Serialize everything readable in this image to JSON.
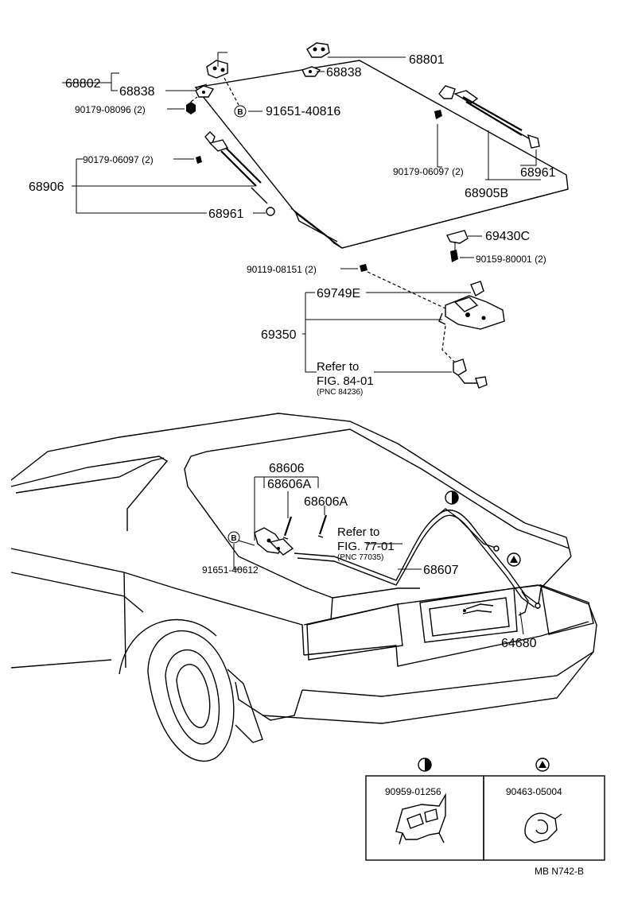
{
  "labels": {
    "p68801": "68801",
    "p68838a": "68838",
    "p68802": "68802",
    "p68838b": "68838",
    "p90179_08096": "90179-08096 (2)",
    "p91651_40816": "91651-40816",
    "p90179_06097a": "90179-06097 (2)",
    "p68906": "68906",
    "p68961a": "68961",
    "p90179_06097b": "90179-06097 (2)",
    "p68961b": "68961",
    "p68905b": "68905B",
    "p69430c": "69430C",
    "p90159_80001": "90159-80001 (2)",
    "p90119_08151": "90119-08151 (2)",
    "p69749e": "69749E",
    "p69350": "69350",
    "p68606": "68606",
    "p68606a1": "68606A",
    "p68606a2": "68606A",
    "p91651_40612": "91651-40612",
    "p68607": "68607",
    "p64680": "64680",
    "p90959_01256": "90959-01256",
    "p90463_05004": "90463-05004"
  },
  "refs": {
    "fig84_line1": "Refer to",
    "fig84_line2": "FIG. 84-01",
    "fig84_pnc": "(PNC 84236)",
    "fig77_line1": "Refer to",
    "fig77_line2": "FIG. 77-01",
    "fig77_pnc": "(PNC 77035)"
  },
  "symbols": {
    "b_marker_1": "B",
    "b_marker_2": "B"
  },
  "footer": {
    "code": "MB N742-B"
  }
}
